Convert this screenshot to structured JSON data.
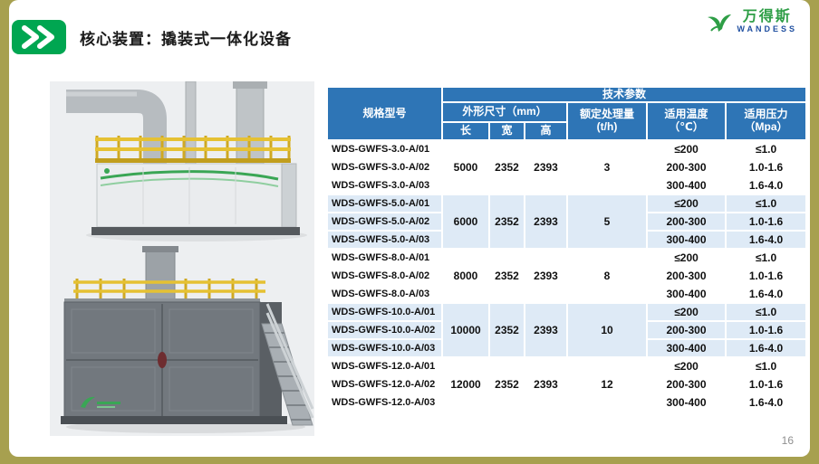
{
  "colors": {
    "accent_green": "#00A651",
    "logo_green": "#2E9E46",
    "logo_blue": "#1F4FA0",
    "table_header_blue": "#2E75B6",
    "table_band_blue": "#DEEAF6",
    "frame_olive": "#A7A04F"
  },
  "header": {
    "title": "核心装置：撬装式一体化设备",
    "logo": {
      "cn": "万得斯",
      "en": "WANDESS"
    }
  },
  "page": {
    "number": "16"
  },
  "table": {
    "headers": {
      "model": "规格型号",
      "tech_params": "技术参数",
      "dimensions": "外形尺寸（mm）",
      "length": "长",
      "width": "宽",
      "height": "高",
      "capacity_line1": "额定处理量",
      "capacity_line2": "(t/h)",
      "temperature_line1": "适用温度",
      "temperature_line2": "（℃）",
      "pressure_line1": "适用压力",
      "pressure_line2": "（Mpa）"
    },
    "groups": [
      {
        "length": "5000",
        "width": "2352",
        "height": "2393",
        "capacity": "3",
        "rows": [
          {
            "model": "WDS-GWFS-3.0-A/01",
            "temperature": "≤200",
            "pressure": "≤1.0"
          },
          {
            "model": "WDS-GWFS-3.0-A/02",
            "temperature": "200-300",
            "pressure": "1.0-1.6"
          },
          {
            "model": "WDS-GWFS-3.0-A/03",
            "temperature": "300-400",
            "pressure": "1.6-4.0"
          }
        ]
      },
      {
        "length": "6000",
        "width": "2352",
        "height": "2393",
        "capacity": "5",
        "rows": [
          {
            "model": "WDS-GWFS-5.0-A/01",
            "temperature": "≤200",
            "pressure": "≤1.0"
          },
          {
            "model": "WDS-GWFS-5.0-A/02",
            "temperature": "200-300",
            "pressure": "1.0-1.6"
          },
          {
            "model": "WDS-GWFS-5.0-A/03",
            "temperature": "300-400",
            "pressure": "1.6-4.0"
          }
        ]
      },
      {
        "length": "8000",
        "width": "2352",
        "height": "2393",
        "capacity": "8",
        "rows": [
          {
            "model": "WDS-GWFS-8.0-A/01",
            "temperature": "≤200",
            "pressure": "≤1.0"
          },
          {
            "model": "WDS-GWFS-8.0-A/02",
            "temperature": "200-300",
            "pressure": "1.0-1.6"
          },
          {
            "model": "WDS-GWFS-8.0-A/03",
            "temperature": "300-400",
            "pressure": "1.6-4.0"
          }
        ]
      },
      {
        "length": "10000",
        "width": "2352",
        "height": "2393",
        "capacity": "10",
        "rows": [
          {
            "model": "WDS-GWFS-10.0-A/01",
            "temperature": "≤200",
            "pressure": "≤1.0"
          },
          {
            "model": "WDS-GWFS-10.0-A/02",
            "temperature": "200-300",
            "pressure": "1.0-1.6"
          },
          {
            "model": "WDS-GWFS-10.0-A/03",
            "temperature": "300-400",
            "pressure": "1.6-4.0"
          }
        ]
      },
      {
        "length": "12000",
        "width": "2352",
        "height": "2393",
        "capacity": "12",
        "rows": [
          {
            "model": "WDS-GWFS-12.0-A/01",
            "temperature": "≤200",
            "pressure": "≤1.0"
          },
          {
            "model": "WDS-GWFS-12.0-A/02",
            "temperature": "200-300",
            "pressure": "1.0-1.6"
          },
          {
            "model": "WDS-GWFS-12.0-A/03",
            "temperature": "300-400",
            "pressure": "1.6-4.0"
          }
        ]
      }
    ]
  }
}
